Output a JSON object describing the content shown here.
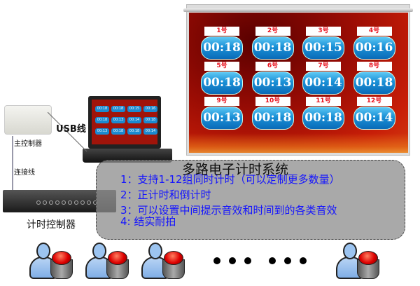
{
  "screen": {
    "timers": [
      {
        "label": "1号",
        "time": "00:18"
      },
      {
        "label": "2号",
        "time": "00:18"
      },
      {
        "label": "3号",
        "time": "00:15"
      },
      {
        "label": "4号",
        "time": "00:16"
      },
      {
        "label": "5号",
        "time": "00:18"
      },
      {
        "label": "6号",
        "time": "00:13"
      },
      {
        "label": "7号",
        "time": "00:14"
      },
      {
        "label": "8号",
        "time": "00:18"
      },
      {
        "label": "9号",
        "time": "00:13"
      },
      {
        "label": "10号",
        "time": "00:18"
      },
      {
        "label": "11号",
        "time": "00:18"
      },
      {
        "label": "12号",
        "time": "00:14"
      }
    ]
  },
  "labels": {
    "usb": "USB线",
    "main_controller": "主控制器",
    "connection": "连接线",
    "timer_controller": "计时控制器"
  },
  "panel": {
    "title": "多路电子计时系统",
    "features": [
      "1：支持1-12组同时计时（可以定制更多数量）",
      "2：正计时和倒计时",
      "3：可以设置中间提示音效和时间到的各类音效",
      "4: 结实耐拍"
    ]
  },
  "colors": {
    "feature_text": "#1414ff",
    "timer_pill": "#1a90d6",
    "label_red": "#e8101c"
  }
}
